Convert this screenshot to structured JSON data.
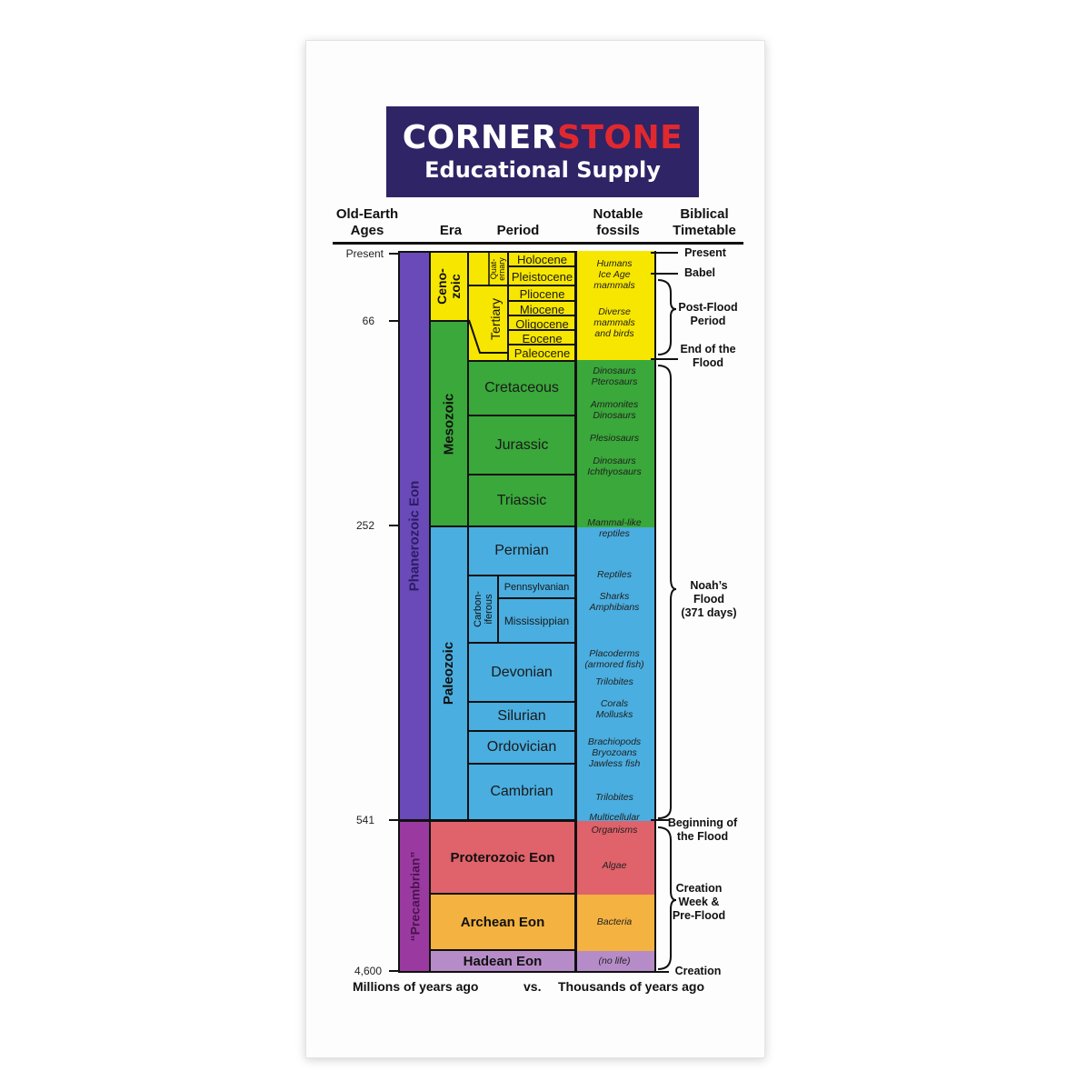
{
  "logo": {
    "part1": "CORNER",
    "part2": "STONE",
    "subtitle": "Educational Supply"
  },
  "headers": {
    "old_earth": "Old-Earth\nAges",
    "era": "Era",
    "period": "Period",
    "fossils": "Notable\nfossils",
    "biblical": "Biblical\nTimetable"
  },
  "ages": [
    "Present",
    "66",
    "252",
    "541",
    "4,600"
  ],
  "eons": {
    "phanerozoic": "Phanerozoic Eon",
    "precambrian": "“Precambrian”",
    "proterozoic": "Proterozoic Eon",
    "archean": "Archean Eon",
    "hadean": "Hadean Eon"
  },
  "eras": {
    "cenozoic": "Ceno-\nzoic",
    "mesozoic": "Mesozoic",
    "paleozoic": "Paleozoic"
  },
  "subperiods": {
    "quaternary": "Quat-\nernary",
    "tertiary": "Tertiary",
    "carboniferous": "Carbon-\niferous"
  },
  "epochs": [
    "Holocene",
    "Pleistocene",
    "Pliocene",
    "Miocene",
    "Oligocene",
    "Eocene",
    "Paleocene"
  ],
  "periods": {
    "cretaceous": "Cretaceous",
    "jurassic": "Jurassic",
    "triassic": "Triassic",
    "permian": "Permian",
    "pennsylvanian": "Pennsylvanian",
    "mississippian": "Mississippian",
    "devonian": "Devonian",
    "silurian": "Silurian",
    "ordovician": "Ordovician",
    "cambrian": "Cambrian"
  },
  "fossils": [
    "Humans\nIce Age\nmammals",
    "Diverse\nmammals\nand birds",
    "Dinosaurs\nPterosaurs",
    "Ammonites\nDinosaurs",
    "Plesiosaurs",
    "Dinosaurs\nIchthyosaurs",
    "Mammal-like\nreptiles",
    "Reptiles",
    "Sharks\nAmphibians",
    "Placoderms\n(armored fish)",
    "Trilobites",
    "Corals\nMollusks",
    "Brachiopods\nBryozoans\nJawless fish",
    "Trilobites",
    "Multicellular",
    "Organisms",
    "Algae",
    "Bacteria",
    "(no life)"
  ],
  "biblical": {
    "present": "Present",
    "babel": "Babel",
    "post_flood": "Post-Flood\nPeriod",
    "end_flood": "End of the\nFlood",
    "noahs_flood": "Noah’s\nFlood\n(371 days)",
    "beginning_flood": "Beginning of\nthe Flood",
    "creation_week": "Creation\nWeek &\nPre-Flood",
    "creation": "Creation"
  },
  "footer": {
    "left": "Millions of years ago",
    "vs": "vs.",
    "right": "Thousands of years ago"
  },
  "colors": {
    "banner": "#2f2466",
    "brand_red": "#e0292f",
    "cenozoic": "#f7e600",
    "mesozoic": "#3aa83a",
    "paleozoic": "#4aaee0",
    "proterozoic": "#e0626a",
    "archean": "#f4b240",
    "hadean": "#b68cc8",
    "phanerozoic_bar": "#6a4ab8",
    "precambrian_bar": "#9a3aa0"
  }
}
